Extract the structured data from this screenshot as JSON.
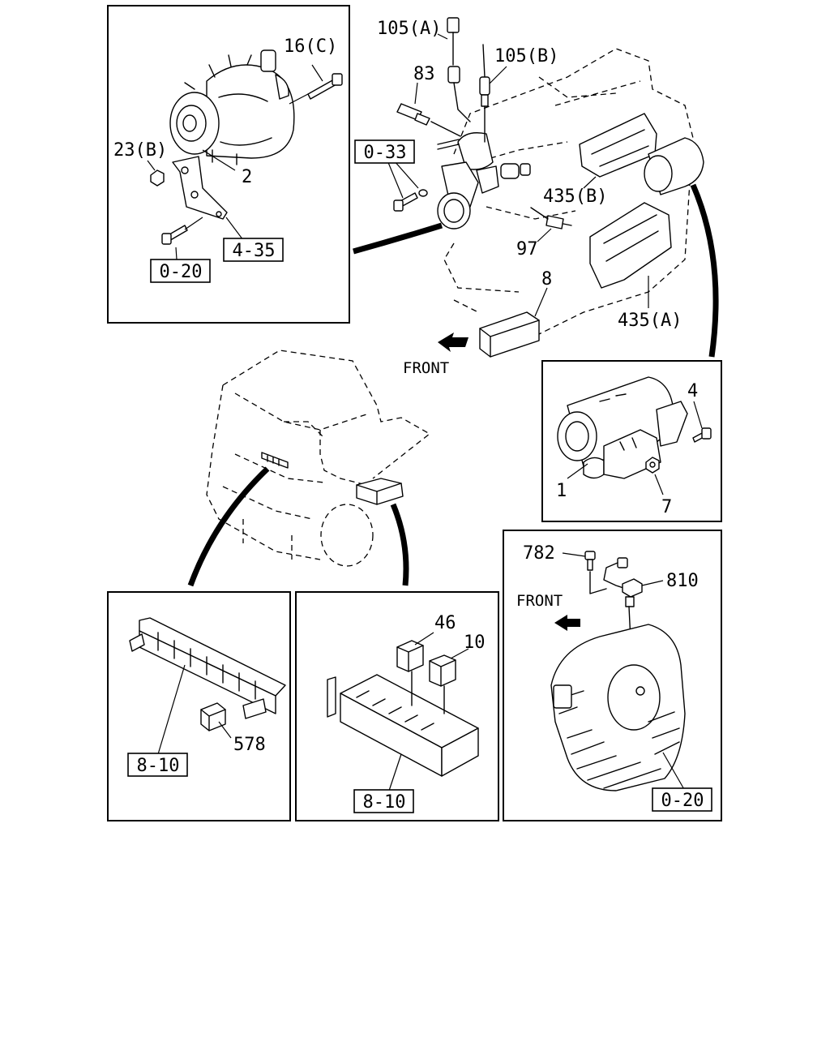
{
  "labels": {
    "p16c": "16(C)",
    "p23b": "23(B)",
    "p2": "2",
    "p105a": "105(A)",
    "p105b": "105(B)",
    "p83": "83",
    "p435b": "435(B)",
    "p97": "97",
    "p8": "8",
    "p435a": "435(A)",
    "front_top": "FRONT",
    "p4": "4",
    "p1": "1",
    "p7": "7",
    "p782": "782",
    "p810": "810",
    "front_bottom": "FRONT",
    "p46": "46",
    "p10": "10",
    "p578": "578"
  },
  "refs": {
    "r435": "4-35",
    "r020_alt": "0-20",
    "r033": "0-33",
    "r810_left": "8-10",
    "r810_mid": "8-10",
    "r020_flywheel": "0-20"
  }
}
